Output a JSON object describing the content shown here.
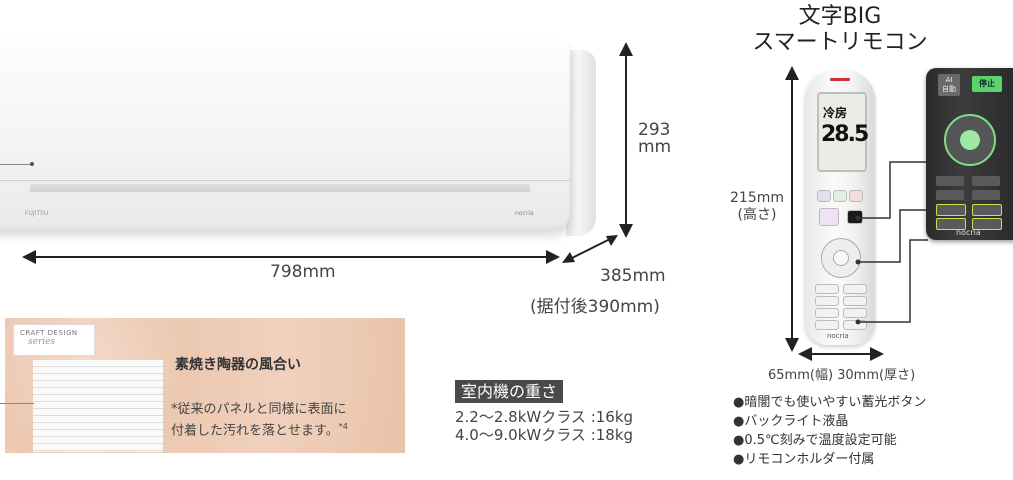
{
  "remote_title": {
    "line1": "文字BIG",
    "line2": "スマートリモコン"
  },
  "dimensions": {
    "height": "293\nmm",
    "width": "798mm",
    "depth": "385mm",
    "depth_note": "(据付後390mm)",
    "remote_height": "215mm\n(高さ)",
    "remote_width_thickness": "65mm(幅) 30mm(厚さ)"
  },
  "ac_unit": {
    "brand": "FUJITSU",
    "logo": "nocria"
  },
  "craft": {
    "tag_line1": "CRAFT DESIGN",
    "tag_line2": "series",
    "heading": "素焼き陶器の風合い",
    "note": "*従来のパネルと同様に表面に\n付着した汚れを落とせます。",
    "note_sup": "*4"
  },
  "weight": {
    "title": "室内機の重さ",
    "rows": [
      "2.2～2.8kWクラス :16kg",
      "4.0～9.0kWクラス :18kg"
    ]
  },
  "features": [
    "●暗闇でも使いやすい蓄光ボタン",
    "●バックライト液晶",
    "●0.5℃刻みで温度設定可能",
    "●リモコンホルダー付属"
  ],
  "remote": {
    "lcd_mode": "冷房",
    "lcd_temp": "28.5",
    "lcd_unit": "℃",
    "logo": "nocria",
    "zoom_stop": "停止",
    "zoom_ai": "AI\n自動",
    "zoom_logo": "nocria"
  }
}
